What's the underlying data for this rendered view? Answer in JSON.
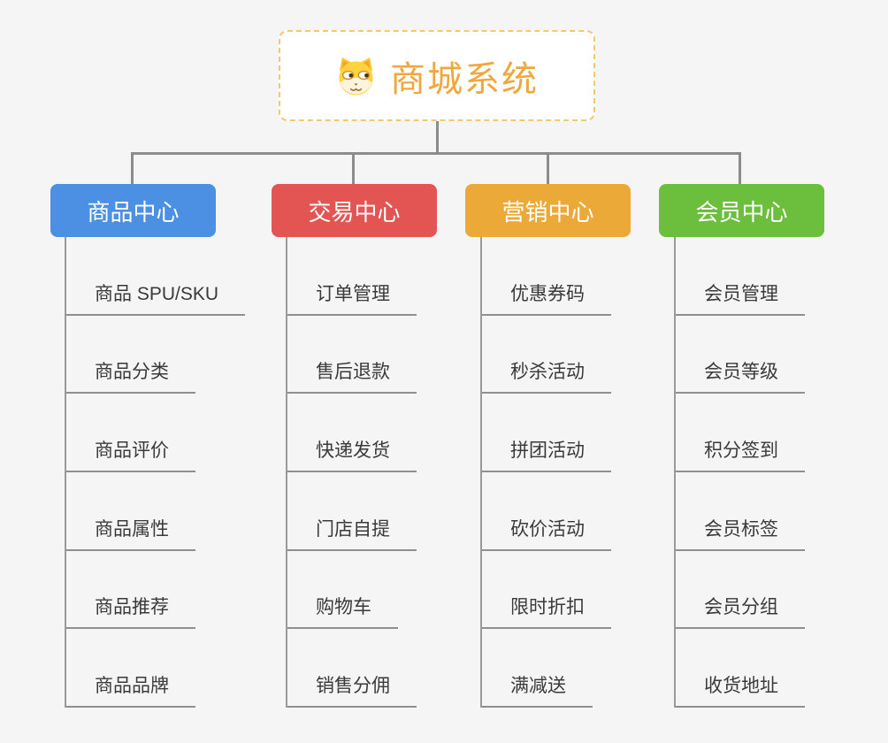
{
  "root": {
    "title": "商城系统",
    "icon": "dog-face-icon"
  },
  "colors": {
    "background": "#f5f5f5",
    "root_border": "#f6c76f",
    "root_title": "#f0a73e",
    "connector": "#8c8c8c",
    "leaf_line": "#8f8f8f",
    "leaf_text": "#3a3a3a"
  },
  "branches": [
    {
      "label": "商品中心",
      "color": "#4b90e2",
      "items": [
        "商品 SPU/SKU",
        "商品分类",
        "商品评价",
        "商品属性",
        "商品推荐",
        "商品品牌"
      ]
    },
    {
      "label": "交易中心",
      "color": "#e25552",
      "items": [
        "订单管理",
        "售后退款",
        "快递发货",
        "门店自提",
        "购物车",
        "销售分佣"
      ]
    },
    {
      "label": "营销中心",
      "color": "#eba937",
      "items": [
        "优惠券码",
        "秒杀活动",
        "拼团活动",
        "砍价活动",
        "限时折扣",
        "满减送"
      ]
    },
    {
      "label": "会员中心",
      "color": "#6cbf3d",
      "items": [
        "会员管理",
        "会员等级",
        "积分签到",
        "会员标签",
        "会员分组",
        "收货地址"
      ]
    }
  ]
}
